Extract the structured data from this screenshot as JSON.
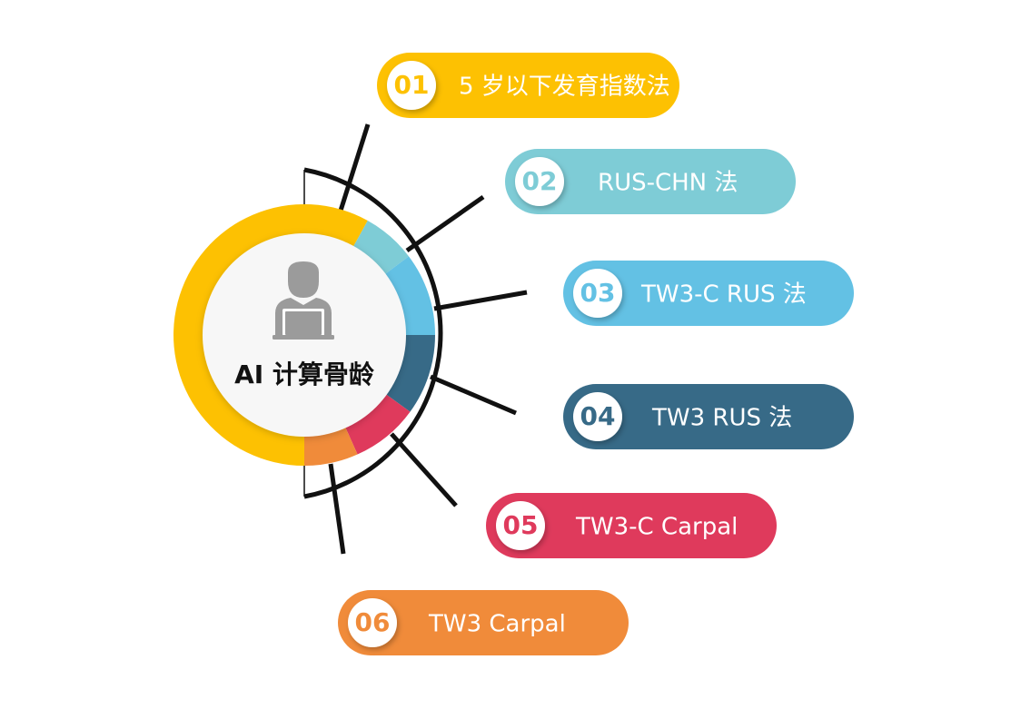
{
  "center": {
    "title": "AI 计算骨龄",
    "icon": "person-laptop-icon"
  },
  "colors": {
    "yellow": "#FDC102",
    "teal": "#7ECCD6",
    "sky": "#63C1E4",
    "navy": "#376A87",
    "red": "#DF3A5C",
    "orange": "#F08B3A",
    "line": "#111111",
    "iconGray": "#9B9B9B"
  },
  "items": [
    {
      "num": "01",
      "label": "5 岁以下发育指数法",
      "color": "#FDC102"
    },
    {
      "num": "02",
      "label": "RUS-CHN 法",
      "color": "#7ECCD6"
    },
    {
      "num": "03",
      "label": "TW3-C RUS 法",
      "color": "#63C1E4"
    },
    {
      "num": "04",
      "label": "TW3 RUS 法",
      "color": "#376A87"
    },
    {
      "num": "05",
      "label": "TW3-C Carpal",
      "color": "#DF3A5C"
    },
    {
      "num": "06",
      "label": "TW3 Carpal",
      "color": "#F08B3A"
    }
  ]
}
